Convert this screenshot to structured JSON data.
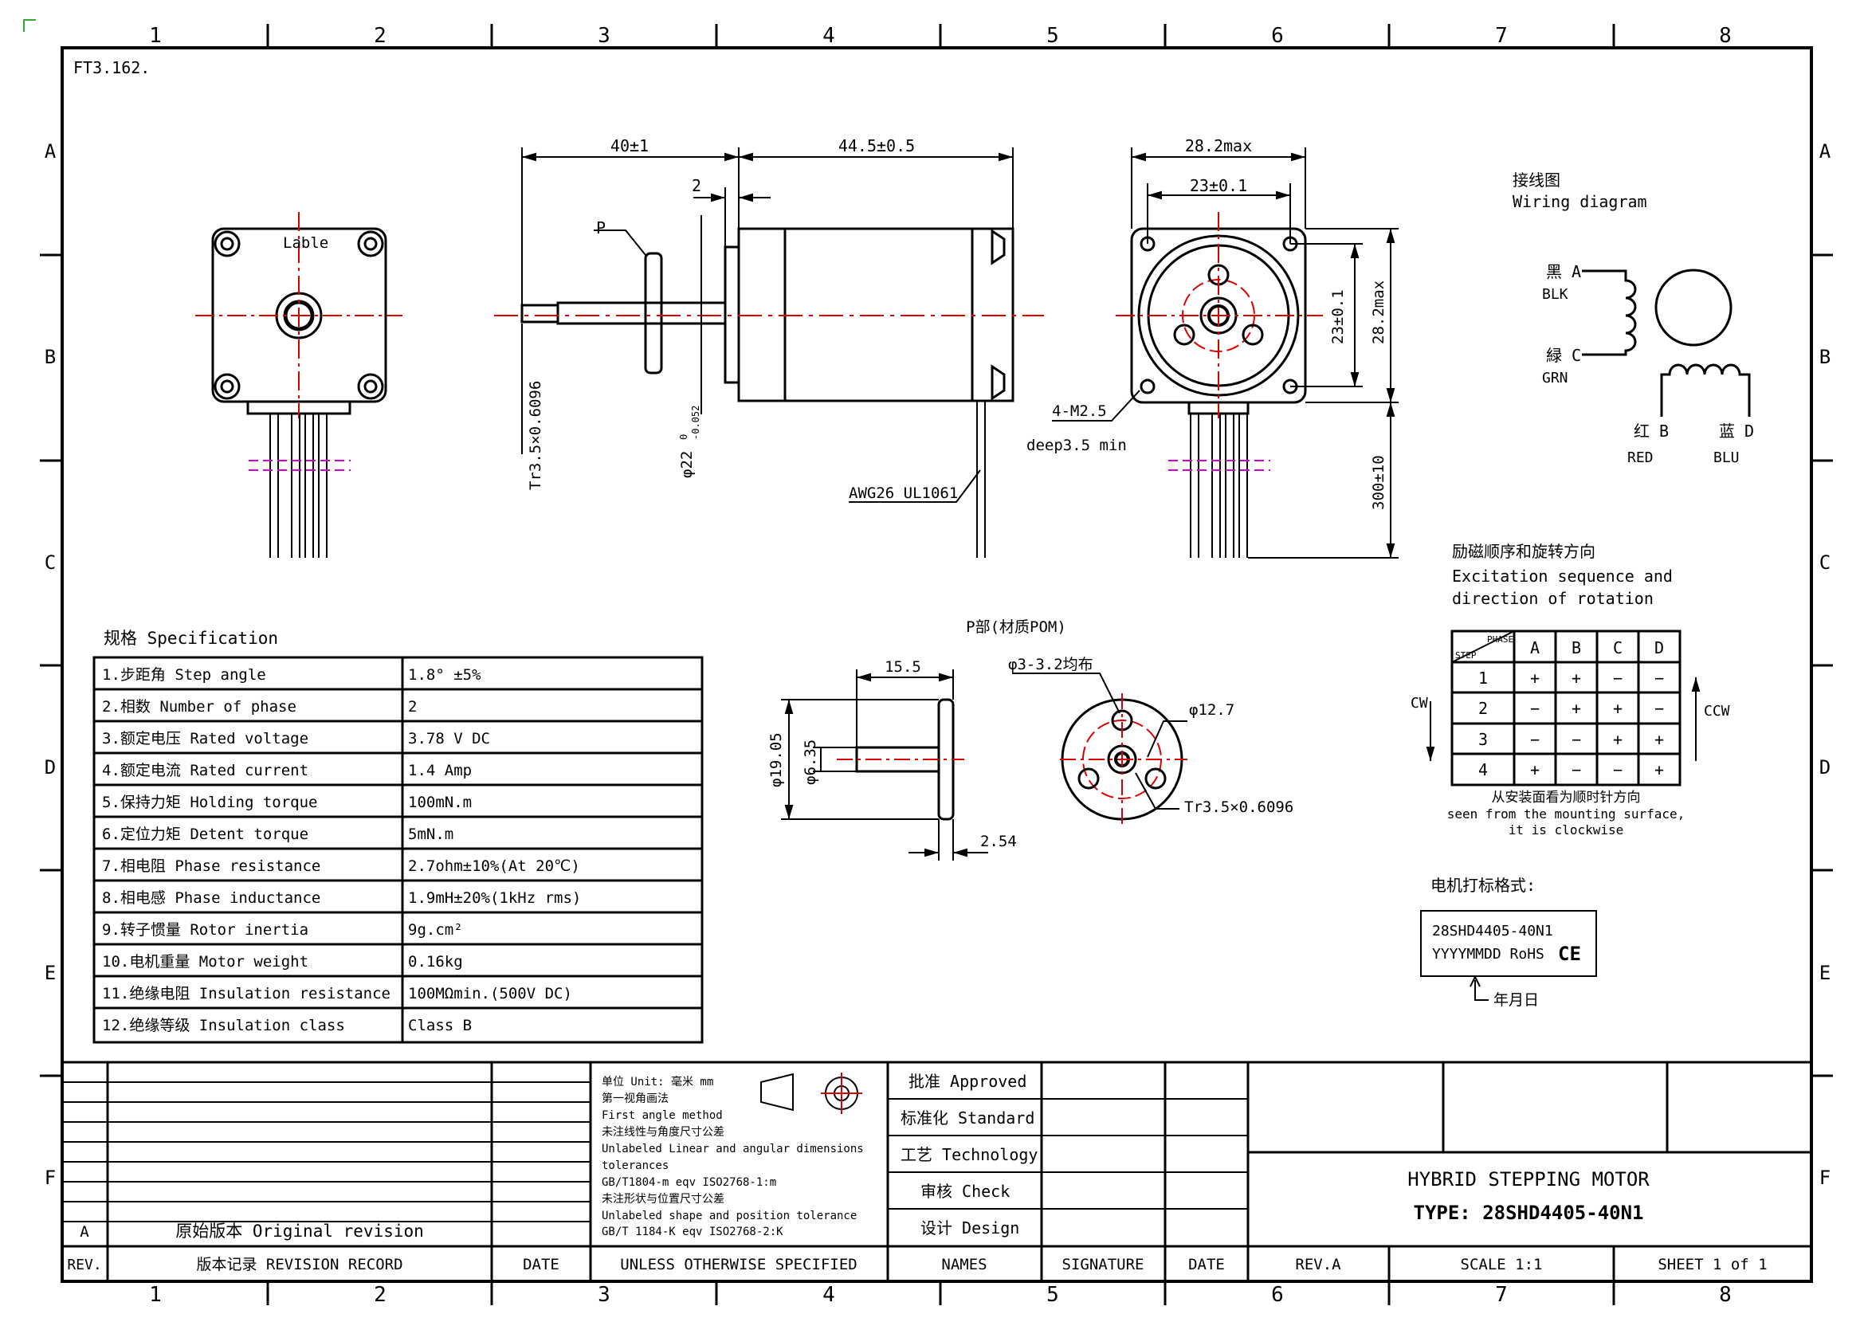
{
  "drawing_code": "FT3.162.",
  "grid": {
    "cols": [
      "1",
      "2",
      "3",
      "4",
      "5",
      "6",
      "7",
      "8"
    ],
    "rows": [
      "A",
      "B",
      "C",
      "D",
      "E",
      "F"
    ]
  },
  "dims": {
    "len1": "40±1",
    "len2": "44.5±0.5",
    "flange_step": "2",
    "p_label": "P",
    "thread": "Tr3.5×0.6096",
    "shaft_dia_main": "φ22",
    "shaft_dia_tol_upper": "0",
    "shaft_dia_tol_lower": "-0.052",
    "awg": "AWG26 UL1061",
    "size_max": "28.2max",
    "hole_pitch": "23±0.1",
    "hole_pitch_v": "23±0.1",
    "size_max_v": "28.2max",
    "mount_holes": "4-M2.5",
    "mount_depth": "deep3.5 min",
    "lead_len": "300±10",
    "lable": "Lable"
  },
  "wiring": {
    "title_cn": "接线图",
    "title_en": "Wiring diagram",
    "a_label": "黑 A",
    "a_color": "BLK",
    "c_label": "緑 C",
    "c_color": "GRN",
    "b_label": "红 B",
    "b_color": "RED",
    "d_label": "蓝 D",
    "d_color": "BLU"
  },
  "part_p": {
    "title": "P部(材质POM)",
    "len": "15.5",
    "dia_outer": "φ19.05",
    "dia_inner": "φ6.35",
    "thickness": "2.54",
    "holes": "φ3-3.2均布",
    "pcd": "φ12.7",
    "thread": "Tr3.5×0.6096"
  },
  "excitation": {
    "title_cn": "励磁顺序和旋转方向",
    "title_en1": "Excitation sequence and",
    "title_en2": "direction of rotation",
    "corner_top": "PHASE",
    "corner_bottom": "STEP",
    "cw": "CW",
    "ccw": "CCW",
    "headers": [
      "A",
      "B",
      "C",
      "D"
    ],
    "rows": [
      {
        "step": "1",
        "cells": [
          "+",
          "+",
          "−",
          "−"
        ]
      },
      {
        "step": "2",
        "cells": [
          "−",
          "+",
          "+",
          "−"
        ]
      },
      {
        "step": "3",
        "cells": [
          "−",
          "−",
          "+",
          "+"
        ]
      },
      {
        "step": "4",
        "cells": [
          "+",
          "−",
          "−",
          "+"
        ]
      }
    ],
    "note_cn": "从安装面看为顺时针方向",
    "note_en1": "seen from the mounting surface,",
    "note_en2": "it is clockwise"
  },
  "marking": {
    "title": "电机打标格式:",
    "line1": "28SHD4405-40N1",
    "line2": "YYYYMMDD RoHS",
    "ce": "CE",
    "date_note": "年月日"
  },
  "spec": {
    "title": "规格 Specification",
    "rows": [
      {
        "k": "1.步距角 Step angle",
        "v": "1.8° ±5%"
      },
      {
        "k": "2.相数 Number of phase",
        "v": "2"
      },
      {
        "k": "3.额定电压 Rated voltage",
        "v": "3.78 V DC"
      },
      {
        "k": "4.额定电流 Rated current",
        "v": "1.4 Amp"
      },
      {
        "k": "5.保持力矩 Holding torque",
        "v": "100mN.m"
      },
      {
        "k": "6.定位力矩 Detent torque",
        "v": "5mN.m"
      },
      {
        "k": "7.相电阻 Phase resistance",
        "v": "2.7ohm±10%(At 20℃)"
      },
      {
        "k": "8.相电感 Phase inductance",
        "v": "1.9mH±20%(1kHz rms)"
      },
      {
        "k": "9.转子惯量 Rotor inertia",
        "v": "9g.cm²"
      },
      {
        "k": "10.电机重量 Motor weight",
        "v": "0.16kg"
      },
      {
        "k": "11.绝缘电阻 Insulation resistance",
        "v": "100MΩmin.(500V DC)"
      },
      {
        "k": "12.绝缘等级 Insulation class",
        "v": "Class B"
      }
    ]
  },
  "titleblock": {
    "rev_letter": "A",
    "rev_desc": "原始版本 Original revision",
    "h_rev": "REV.",
    "h_record": "版本记录 REVISION RECORD",
    "h_date": "DATE",
    "h_unless": "UNLESS OTHERWISE SPECIFIED",
    "h_names": "NAMES",
    "h_signature": "SIGNATURE",
    "h_date2": "DATE",
    "rev_a": "REV.A",
    "scale": "SCALE 1:1",
    "sheet": "SHEET 1 of 1",
    "notes": [
      "单位 Unit: 毫米 mm",
      "第一视角画法",
      "First angle method",
      "未注线性与角度尺寸公差",
      "Unlabeled Linear and angular dimensions",
      "tolerances",
      "GB/T1804-m eqv ISO2768-1:m",
      "未注形状与位置尺寸公差",
      "Unlabeled shape and position tolerance",
      "GB/T 1184-K eqv ISO2768-2:K"
    ],
    "approvals": [
      "批准 Approved",
      "标准化 Standard",
      "工艺 Technology",
      "审核 Check",
      "设计 Design"
    ],
    "product": "HYBRID STEPPING MOTOR",
    "type": "TYPE: 28SHD4405-40N1"
  }
}
